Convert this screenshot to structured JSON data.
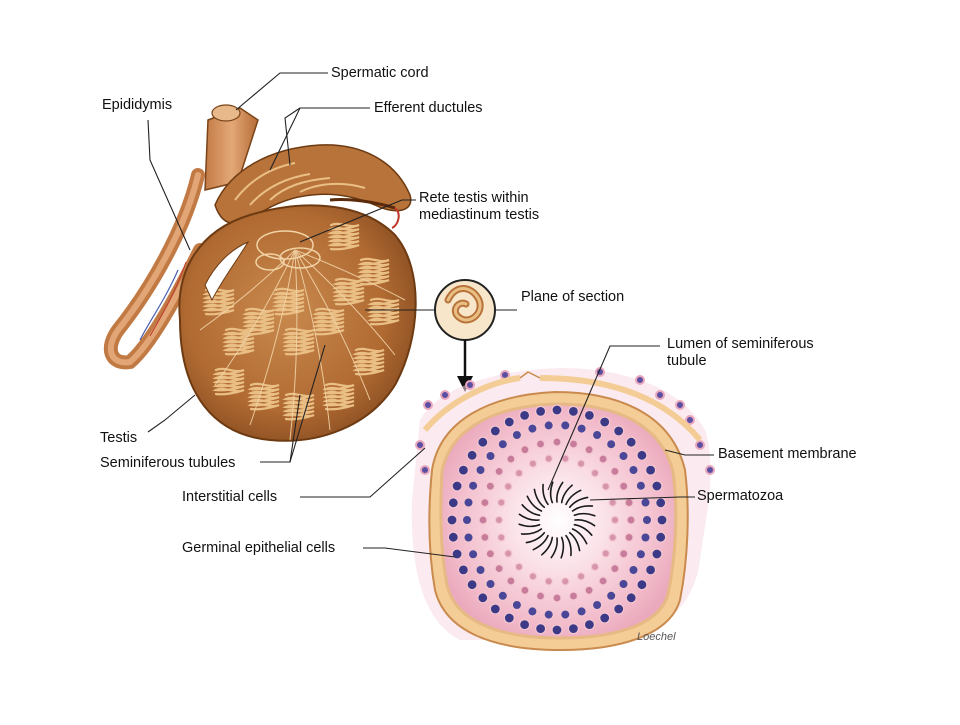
{
  "labels": {
    "spermatic_cord": "Spermatic cord",
    "epididymis": "Epididymis",
    "efferent_ductules": "Efferent ductules",
    "rete_testis_line1": "Rete testis within",
    "rete_testis_line2": "mediastinum testis",
    "plane_of_section": "Plane of section",
    "lumen_line1": "Lumen of seminiferous",
    "lumen_line2": "tubule",
    "testis": "Testis",
    "seminiferous_tubules": "Seminiferous tubules",
    "basement_membrane": "Basement membrane",
    "interstitial_cells": "Interstitial cells",
    "spermatozoa": "Spermatozoa",
    "germinal_epithelial_cells": "Germinal epithelial cells"
  },
  "signature": "Loechel",
  "colors": {
    "testis_fill": "#b8733a",
    "testis_dark": "#7a4418",
    "tubule_wall": "#e9bf85",
    "tissue_pink": "#f4c6d0",
    "nucleus_blue": "#3c3a86",
    "leader_line": "#222222"
  }
}
